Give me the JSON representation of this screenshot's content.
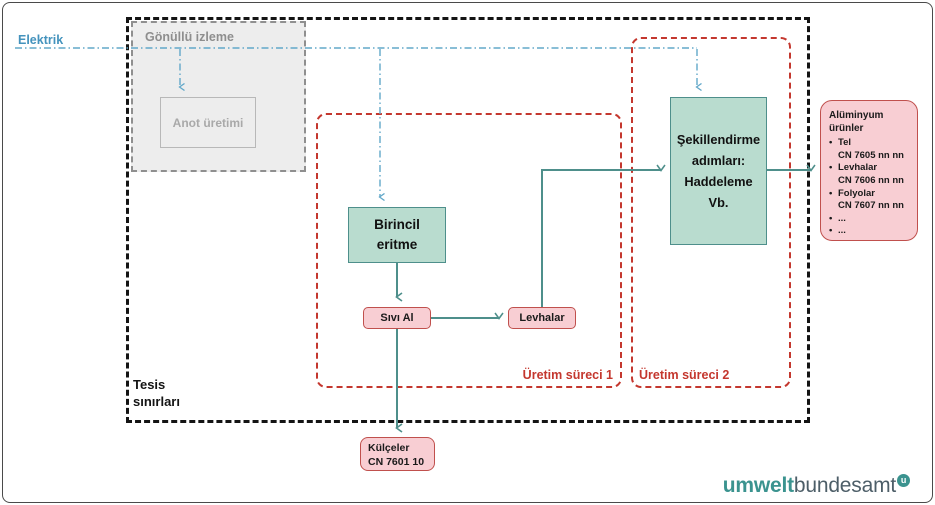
{
  "diagram": {
    "electricity_label": "Elektrik",
    "facility_boundary_label": "Tesis\nsınırları",
    "voluntary_monitoring": {
      "label": "Gönüllü izleme",
      "anode_production": "Anot üretimi"
    },
    "process1": {
      "label": "Üretim süreci 1",
      "primary_smelting": "Birincil\neritme",
      "liquid_al": "Sıvı Al",
      "sheets": "Levhalar"
    },
    "process2": {
      "label": "Üretim süreci 2",
      "shaping": "Şekillendirme\nadımları:\nHaddeleme\nVb."
    },
    "ingots": "Külçeler\nCN 7601 10",
    "products": {
      "title": "Alüminyum ürünler",
      "items": [
        {
          "bullet": "•",
          "text": "Tel"
        },
        {
          "bullet": "",
          "text": "CN 7605 nn nn"
        },
        {
          "bullet": "•",
          "text": "Levhalar"
        },
        {
          "bullet": "",
          "text": "CN 7606 nn nn"
        },
        {
          "bullet": "•",
          "text": "Folyolar"
        },
        {
          "bullet": "",
          "text": "CN 7607 nn nn"
        },
        {
          "bullet": "•",
          "text": "..."
        },
        {
          "bullet": "•",
          "text": "..."
        }
      ]
    },
    "logo": {
      "part1": "umwelt",
      "part2": "bundesamt",
      "badge": "u"
    },
    "colors": {
      "green_fill": "#b9dccf",
      "green_border": "#4e8f8b",
      "pink_fill": "#f8ced3",
      "pink_border": "#c0504d",
      "red_dashed": "#c4372e",
      "blue_line": "#62a8c9",
      "teal_arrow": "#4e8f8b",
      "gray_zone": "#ededed",
      "logo_teal": "#3b938f",
      "logo_slate": "#4d5e68"
    }
  }
}
